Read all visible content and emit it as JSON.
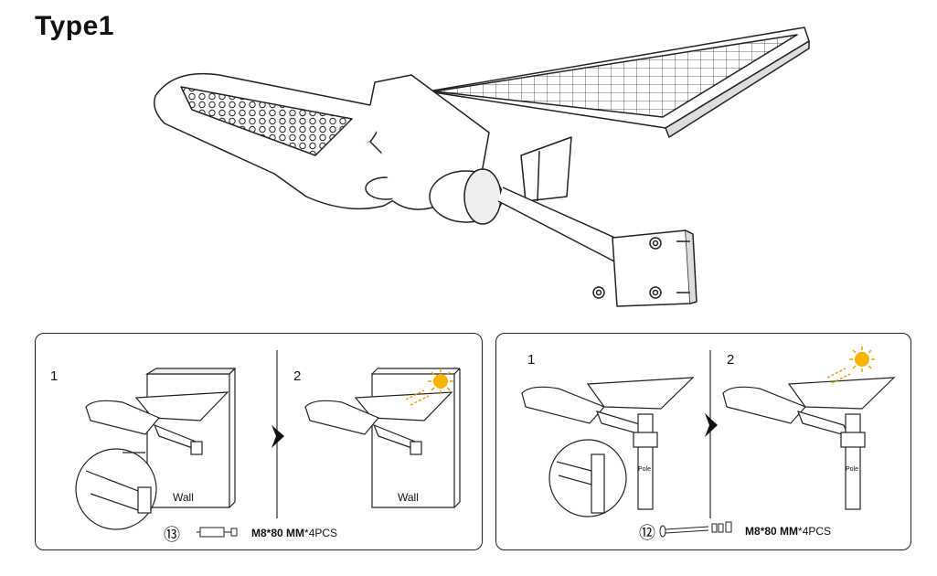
{
  "title": "Type1",
  "wall_panel": {
    "step1": "1",
    "step2": "2",
    "wall_label_1": "Wall",
    "wall_label_2": "Wall",
    "part_number": "⑬",
    "spec_size": "M8*80",
    "spec_unit": "MM",
    "spec_qty": "*4PCS"
  },
  "pole_panel": {
    "step1": "1",
    "step2": "2",
    "pole_label_1": "Pole",
    "pole_label_2": "Pole",
    "part_number": "⑫",
    "spec_size": "M8*80",
    "spec_unit": "MM",
    "spec_qty": "*4PCS"
  },
  "colors": {
    "line": "#222222",
    "sun": "#f5b400",
    "ray": "#f0a000"
  }
}
